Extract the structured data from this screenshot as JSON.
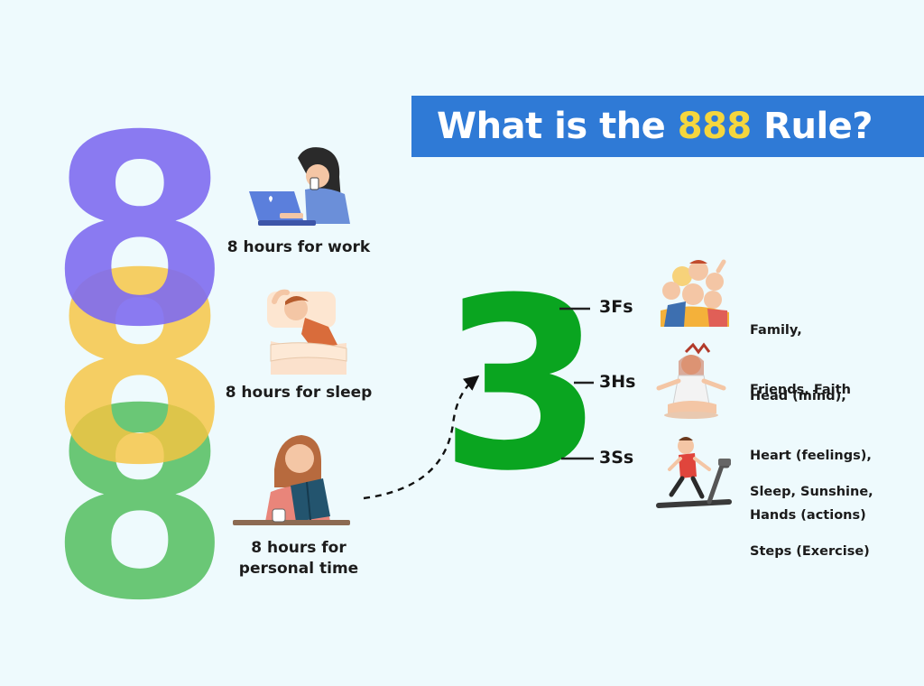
{
  "title": {
    "prefix": "What is the ",
    "highlight": "888",
    "suffix": " Rule?"
  },
  "left_digit": "8",
  "big_digit": "3",
  "hours": [
    {
      "caption": "8 hours for work",
      "icon": "woman-laptop-icon"
    },
    {
      "caption": "8 hours for sleep",
      "icon": "sleeping-boy-icon"
    },
    {
      "caption_line1": "8 hours for",
      "caption_line2": "personal time",
      "icon": "reading-girl-icon"
    }
  ],
  "rules": [
    {
      "label": "3Fs",
      "desc_lines": [
        "Family,",
        "Friends, Faith"
      ],
      "icon": "family-group-icon"
    },
    {
      "label": "3Hs",
      "desc_lines": [
        "Head (mind),",
        "Heart (feelings),",
        "Hands (actions)"
      ],
      "icon": "meditating-woman-icon"
    },
    {
      "label": "3Ss",
      "desc_lines": [
        "Sleep, Sunshine,",
        "Steps (Exercise)"
      ],
      "icon": "treadmill-runner-icon"
    }
  ],
  "colors": {
    "background": "#eefafd",
    "banner": "#2f7ad6",
    "highlight": "#f5d63d",
    "eight_purple": "#7e6cf0",
    "eight_yellow": "#f7c541",
    "eight_green": "#5ec26a",
    "three_green": "#0aa520"
  }
}
